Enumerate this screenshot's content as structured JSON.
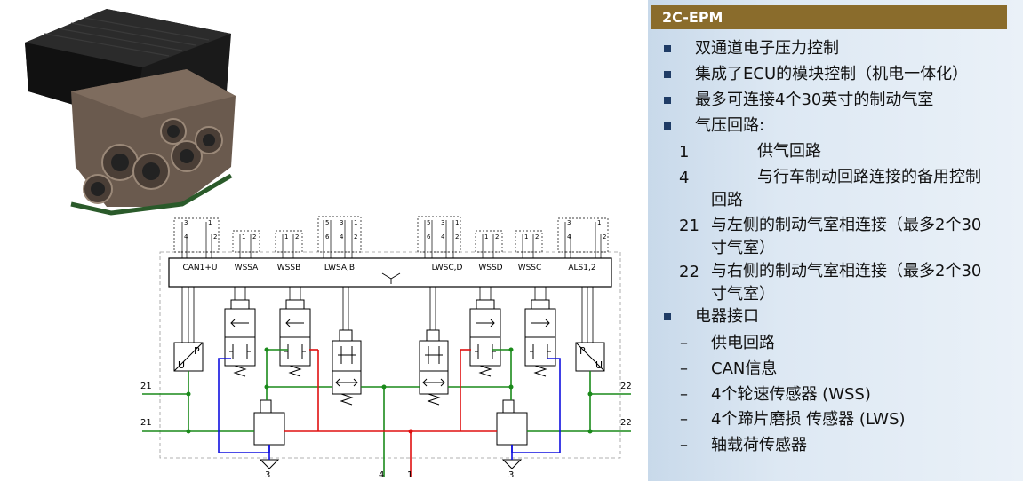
{
  "panel": {
    "title": "2C-EPM",
    "bullets": [
      "双通道电子压力控制",
      "集成了ECU的模块控制（机电一体化）",
      "最多可连接4个30英寸的制动气室",
      "气压回路:"
    ],
    "circuits": [
      {
        "num": "1",
        "desc": "供气回路"
      },
      {
        "num": "4",
        "desc": "与行车制动回路连接的备用控制回路"
      },
      {
        "num": "21",
        "desc": "与左侧的制动气室相连接（最多2个30寸气室）"
      },
      {
        "num": "22",
        "desc": "与右侧的制动气室相连接（最多2个30寸气室）"
      }
    ],
    "electrical_heading": "电器接口",
    "electrical": [
      "供电回路",
      "CAN信息",
      "4个轮速传感器 (WSS)",
      "4个蹄片磨损 传感器 (LWS)",
      "轴载荷传感器"
    ]
  },
  "diagram": {
    "ecu_labels": [
      "CAN1+U",
      "WSSA",
      "WSSB",
      "LWSA,B",
      "LWSC,D",
      "WSSD",
      "WSSC",
      "ALS1,2"
    ],
    "port_labels": {
      "left_21_top": "21",
      "left_21_bottom": "21",
      "right_22_top": "22",
      "right_22_bottom": "22",
      "bottom_3_left": "3",
      "bottom_4": "4",
      "bottom_1": "1",
      "bottom_3_right": "3"
    },
    "pins": [
      "3",
      "1",
      "4",
      "2",
      "5",
      "6"
    ],
    "sensor_letters": [
      "P",
      "U"
    ]
  },
  "colors": {
    "header_bg": "#8a6c2c",
    "bullet": "#1f3c66",
    "line_green": "#1a8a1a",
    "line_red": "#e01010",
    "line_blue": "#1010e0"
  }
}
